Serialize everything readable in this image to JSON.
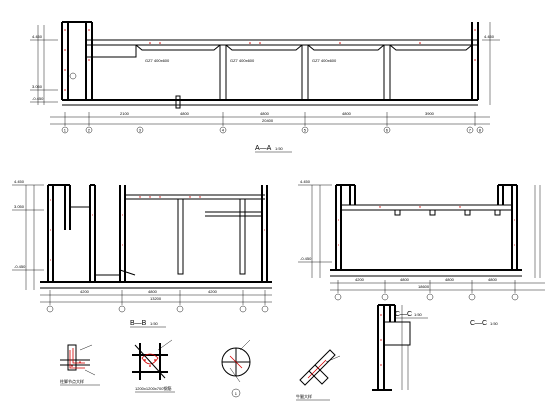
{
  "section_a": {
    "title": "A—A",
    "scale": "1:50",
    "elev_top": "4.450",
    "elev_mid": "3.050",
    "elev_base": "-0.450",
    "beam_labels": [
      "GZ7 400x600",
      "GZ7 400x600",
      "GZ7 400x600"
    ],
    "grid_labels": [
      "1",
      "2",
      "3",
      "4",
      "5",
      "6",
      "7",
      "8"
    ],
    "spans": [
      "2100",
      "4800",
      "4800",
      "4800",
      "3900"
    ],
    "total": "20400"
  },
  "section_b": {
    "title": "B—B",
    "scale": "1:50",
    "elev_top": "4.450",
    "elev_mid": "3.050",
    "elev_base": "-0.450",
    "spans": [
      "4200",
      "4800",
      "4200"
    ],
    "total": "13200"
  },
  "section_c": {
    "title": "C—C",
    "scale": "1:50",
    "elev_top": "4.450",
    "elev_base": "-0.450",
    "spans": [
      "4200",
      "4800",
      "4800",
      "4800"
    ],
    "total": "18600"
  },
  "section_c_small": {
    "title": "C—C",
    "scale": "1:50"
  },
  "details": {
    "d1_caption": "柱脚节点大样",
    "d2_caption": "1200x1200x700钢筋",
    "d3_number": "1",
    "d4_caption": "牛腿大样"
  }
}
